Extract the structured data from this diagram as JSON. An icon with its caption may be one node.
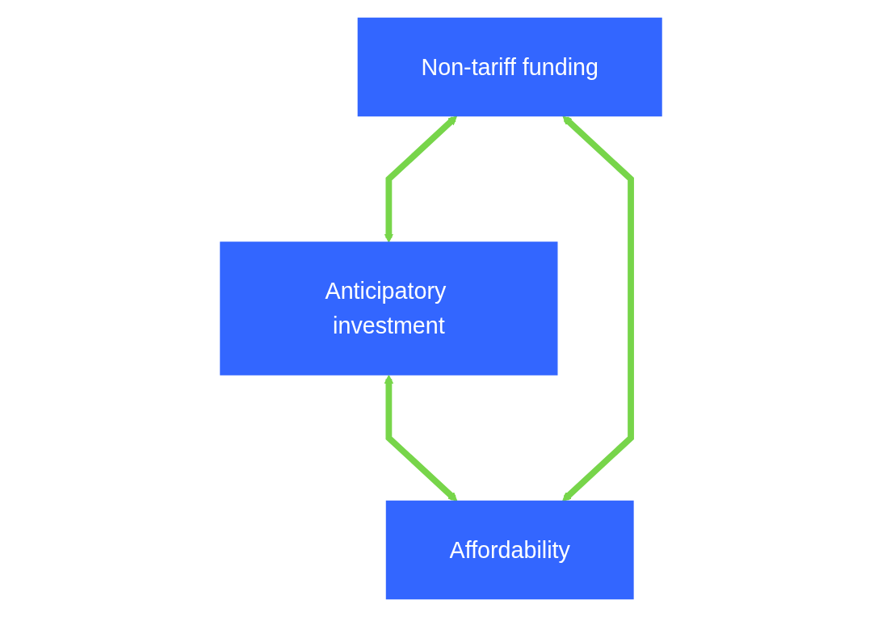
{
  "diagram": {
    "nodes": [
      {
        "text": [
          "Anticipatory investment"
        ]
      },
      {
        "text": [
          "Non-tariff funding"
        ]
      },
      {
        "text": [
          "Affordability"
        ]
      }
    ],
    "edges": [
      {
        "from": 1,
        "to": 0,
        "arrow": "both",
        "color": "#77d54a"
      },
      {
        "from": 0,
        "to": 2,
        "arrow": "both",
        "color": "#77d54a"
      },
      {
        "from": 1,
        "to": 2,
        "arrow": "both",
        "color": "#77d54a"
      }
    ]
  }
}
